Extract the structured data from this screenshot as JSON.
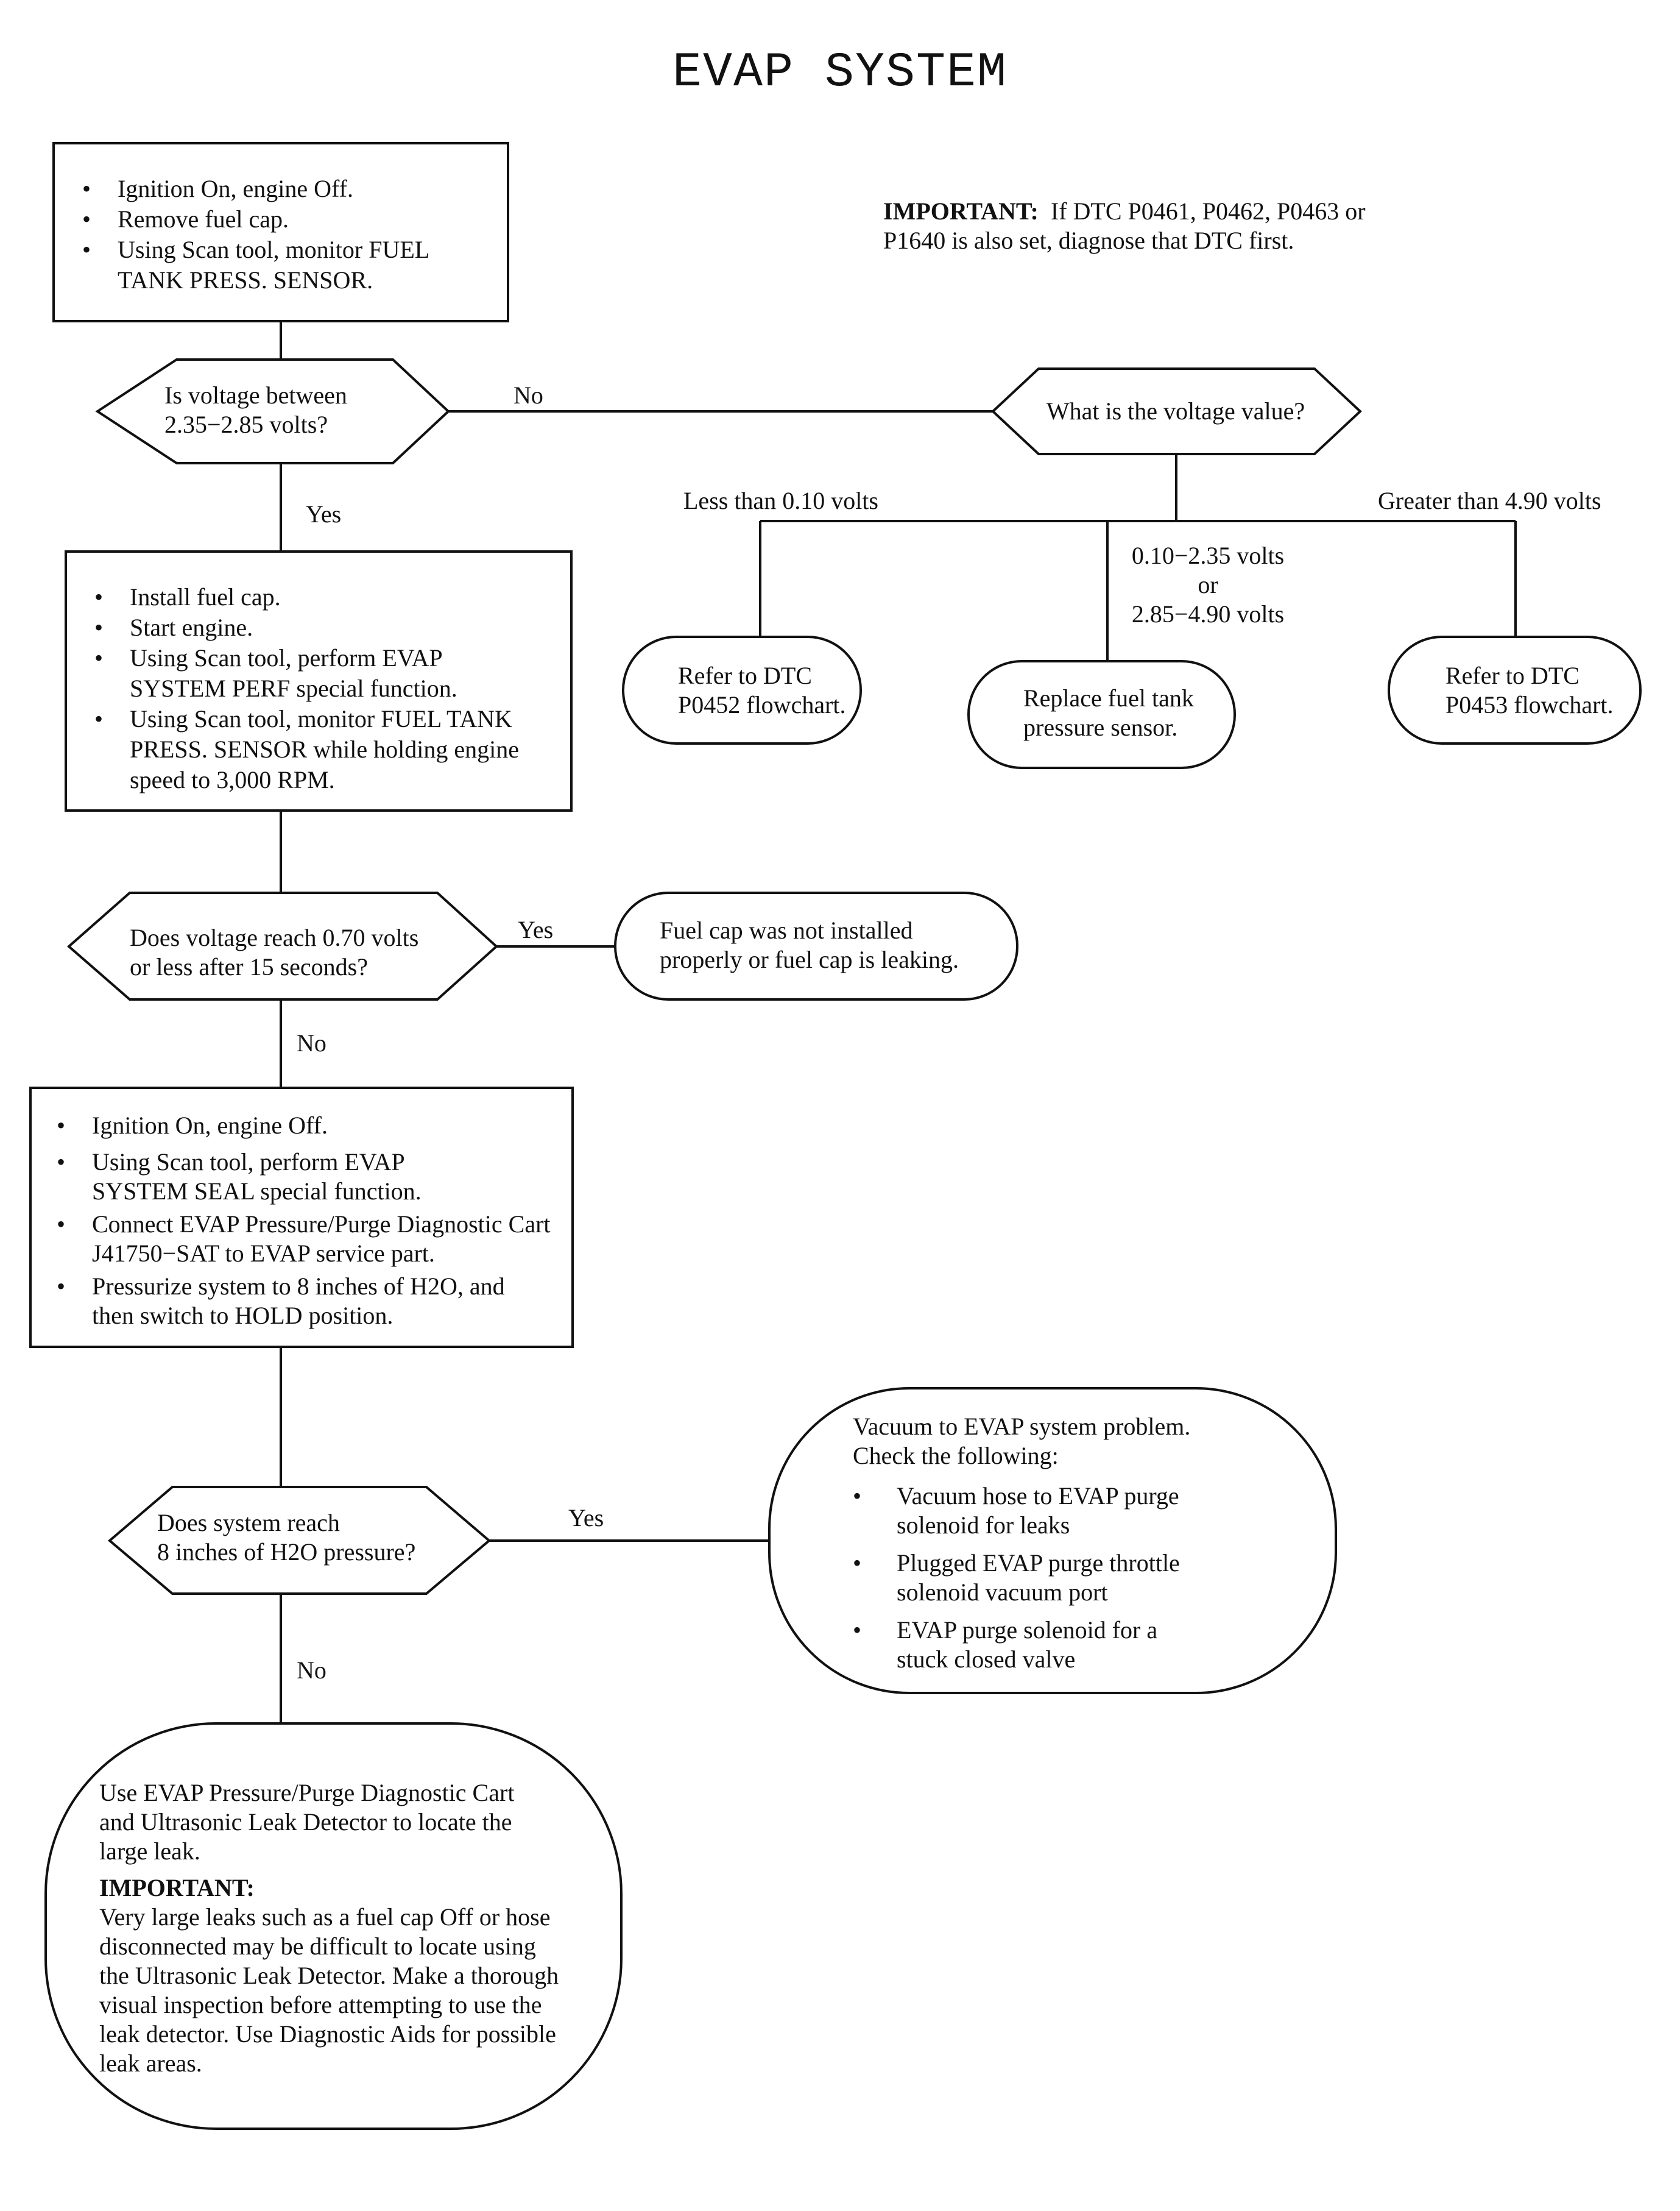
{
  "title": "EVAP SYSTEM",
  "important_note": {
    "label": "IMPORTANT:",
    "line1": "If DTC P0461, P0462, P0463 or",
    "line2": "P1640 is also set, diagnose that DTC first."
  },
  "step1": {
    "bullets": [
      "Ignition On, engine Off.",
      "Remove fuel cap.",
      "Using Scan tool, monitor FUEL TANK PRESS. SENSOR."
    ]
  },
  "decision1": {
    "line1": "Is voltage between",
    "line2": "2.35−2.85 volts?",
    "no_label": "No",
    "yes_label": "Yes"
  },
  "decision_voltage": {
    "question": "What is the voltage value?",
    "branch_low": "Less than 0.10 volts",
    "branch_mid_line1": "0.10−2.35 volts",
    "branch_mid_line2": "or",
    "branch_mid_line3": "2.85−4.90 volts",
    "branch_high": "Greater than 4.90 volts"
  },
  "term_p0452": {
    "line1": "Refer to DTC",
    "line2": "P0452 flowchart."
  },
  "term_replace": {
    "line1": "Replace fuel tank",
    "line2": "pressure sensor."
  },
  "term_p0453": {
    "line1": "Refer to DTC",
    "line2": "P0453 flowchart."
  },
  "step2": {
    "bullets": [
      "Install fuel cap.",
      "Start engine.",
      "Using Scan tool, perform EVAP SYSTEM PERF special function.",
      "Using Scan tool, monitor FUEL TANK PRESS. SENSOR  while holding engine speed to 3,000 RPM."
    ]
  },
  "decision2": {
    "line1": "Does voltage reach 0.70 volts",
    "line2": "or less after 15 seconds?",
    "yes_label": "Yes",
    "no_label": "No"
  },
  "term_fuelcap": {
    "line1": "Fuel cap was not installed",
    "line2": "properly or fuel cap is leaking."
  },
  "step3": {
    "bullets": [
      "Ignition On, engine Off.",
      "Using Scan tool, perform EVAP SYSTEM SEAL special function.",
      "Connect EVAP Pressure/Purge Diagnostic Cart J41750−SAT to EVAP service part.",
      "Pressurize system to 8 inches of H2O, and then switch to HOLD position."
    ]
  },
  "decision3": {
    "line1": "Does system reach",
    "line2": "8 inches of H2O pressure?",
    "yes_label": "Yes",
    "no_label": "No"
  },
  "term_vacuum": {
    "intro": "Vacuum to EVAP system problem. Check the following:",
    "bullets": [
      "Vacuum hose to EVAP purge solenoid for leaks",
      "Plugged EVAP purge throttle solenoid vacuum port",
      "EVAP purge solenoid for a stuck closed valve"
    ]
  },
  "term_leak": {
    "intro": "Use EVAP Pressure/Purge Diagnostic Cart and Ultrasonic Leak Detector to locate the large leak.",
    "important_label": "IMPORTANT:",
    "important_text": "Very large leaks such as a fuel cap Off or hose disconnected may be difficult to locate using the Ultrasonic Leak Detector. Make a thorough visual inspection before attempting to use the leak detector. Use Diagnostic Aids for possible leak areas."
  }
}
